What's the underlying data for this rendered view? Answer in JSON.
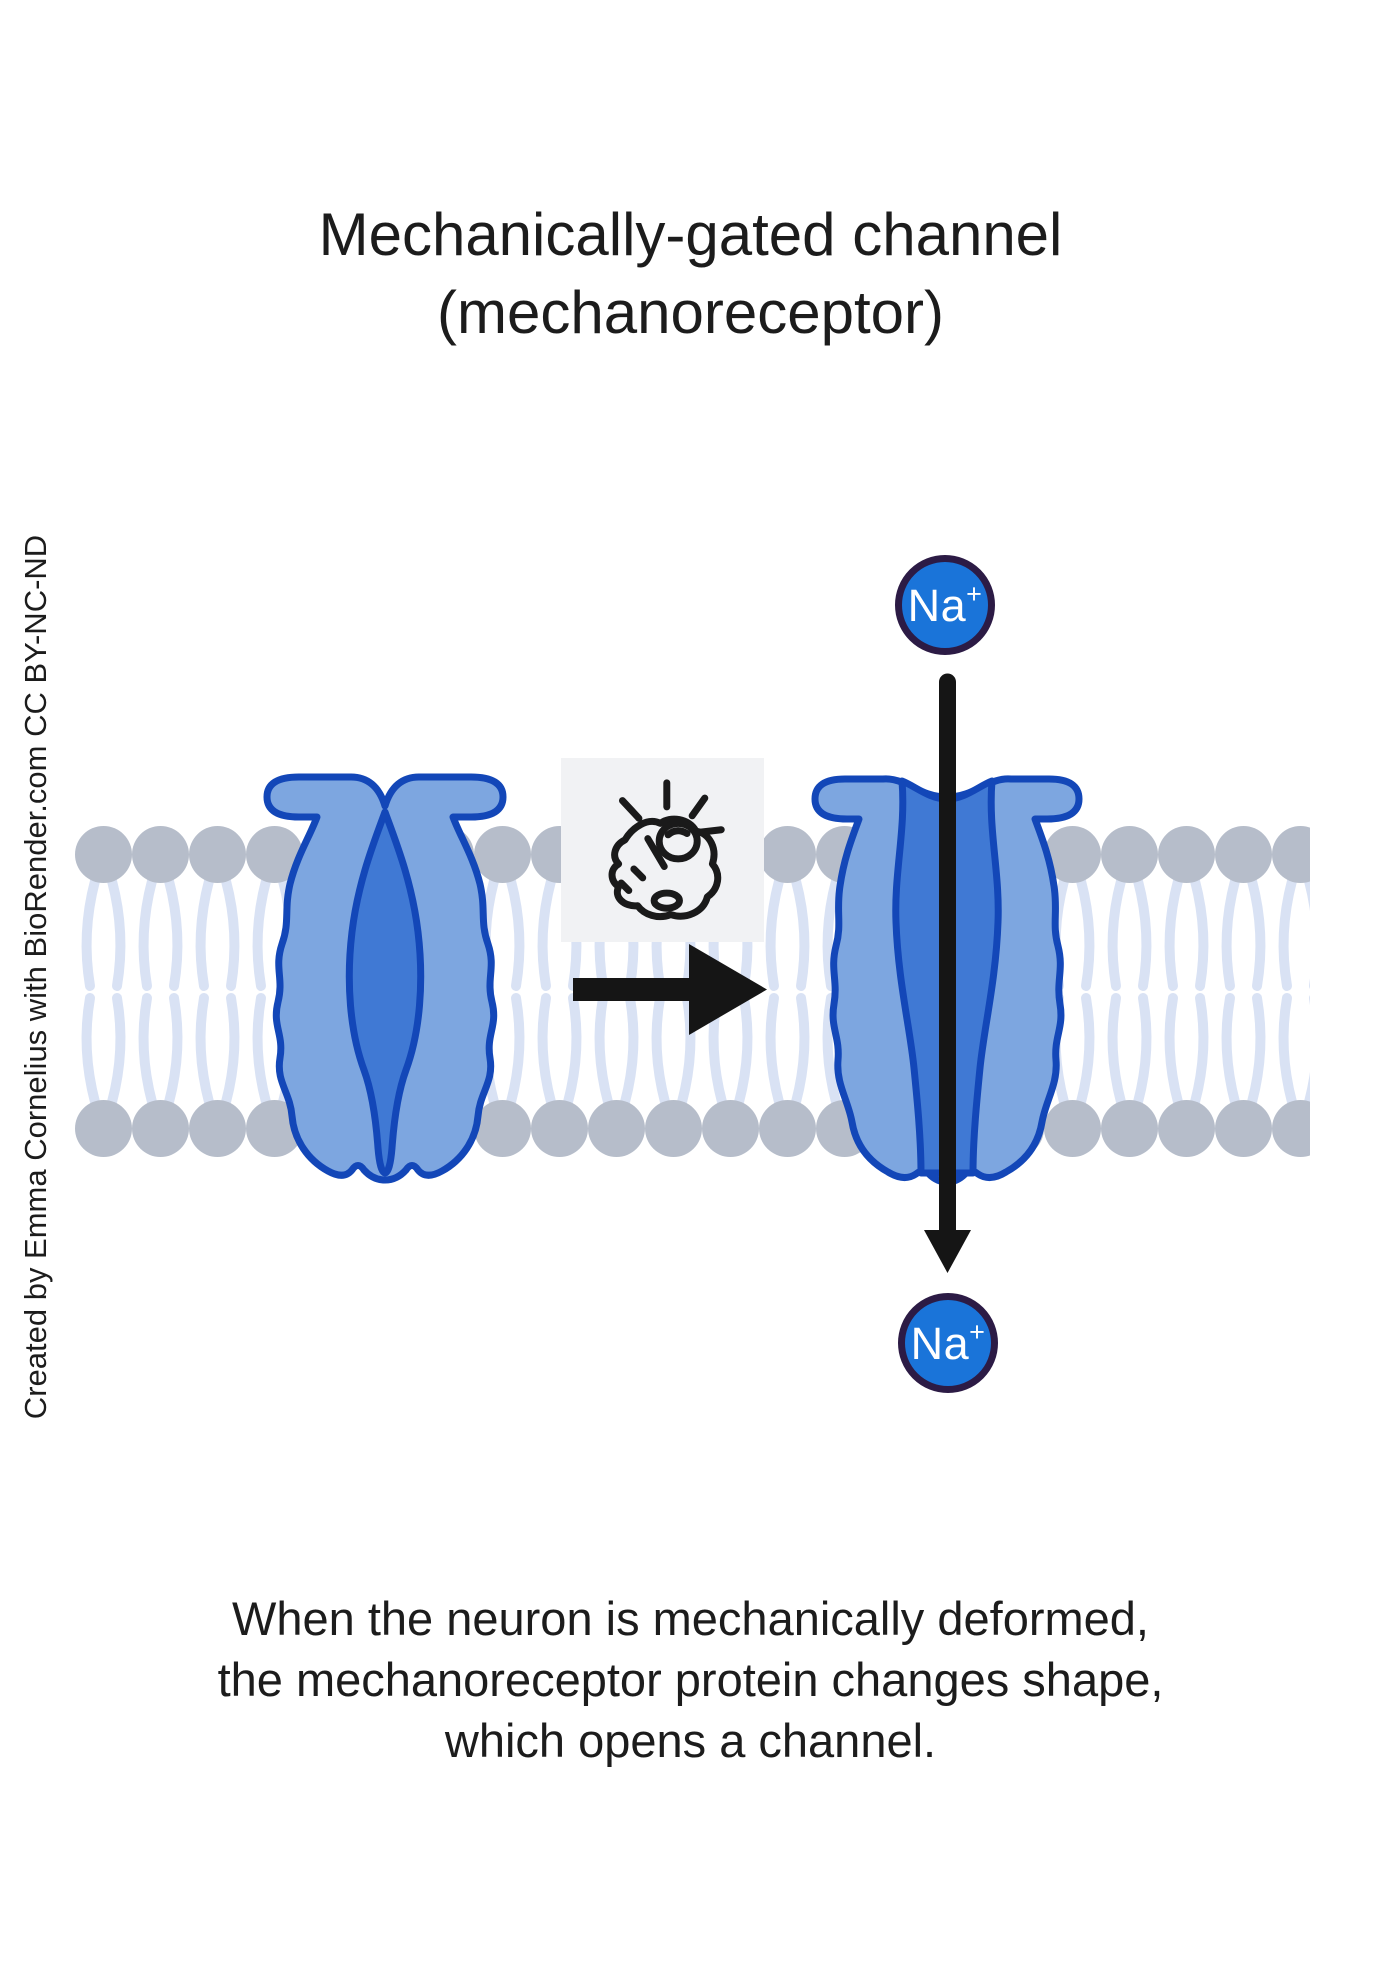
{
  "title": {
    "line1": "Mechanically-gated channel",
    "line2": "(mechanoreceptor)"
  },
  "attribution": "Created by Emma Cornelius with BioRender.com CC BY-NC-ND",
  "ions": {
    "top": {
      "text": "Na",
      "charge": "+"
    },
    "bottom": {
      "text": "Na",
      "charge": "+"
    }
  },
  "caption": {
    "line1": "When the neuron is mechanically deformed,",
    "line2": "the mechanoreceptor protein changes shape,",
    "line3": "which opens a channel."
  },
  "icons": {
    "stimulus": "punching-fist-icon",
    "transition": "right-arrow-icon",
    "ion_flow": "down-arrow-icon"
  },
  "colors": {
    "text": "#1c1c1c",
    "membrane-head": "#b6bdca",
    "membrane-tail": "#d9e2f4",
    "channel-fill": "#7da6e0",
    "channel-stroke": "#1347b8",
    "channel-pore": "#4079d4",
    "ion-fill": "#1a74d9",
    "ion-ring": "#2c1b45",
    "ion-text": "#ffffff",
    "stimulus-box-bg": "#f1f2f4",
    "arrow-black": "#151515",
    "icon-stroke": "#1a1a1a"
  }
}
